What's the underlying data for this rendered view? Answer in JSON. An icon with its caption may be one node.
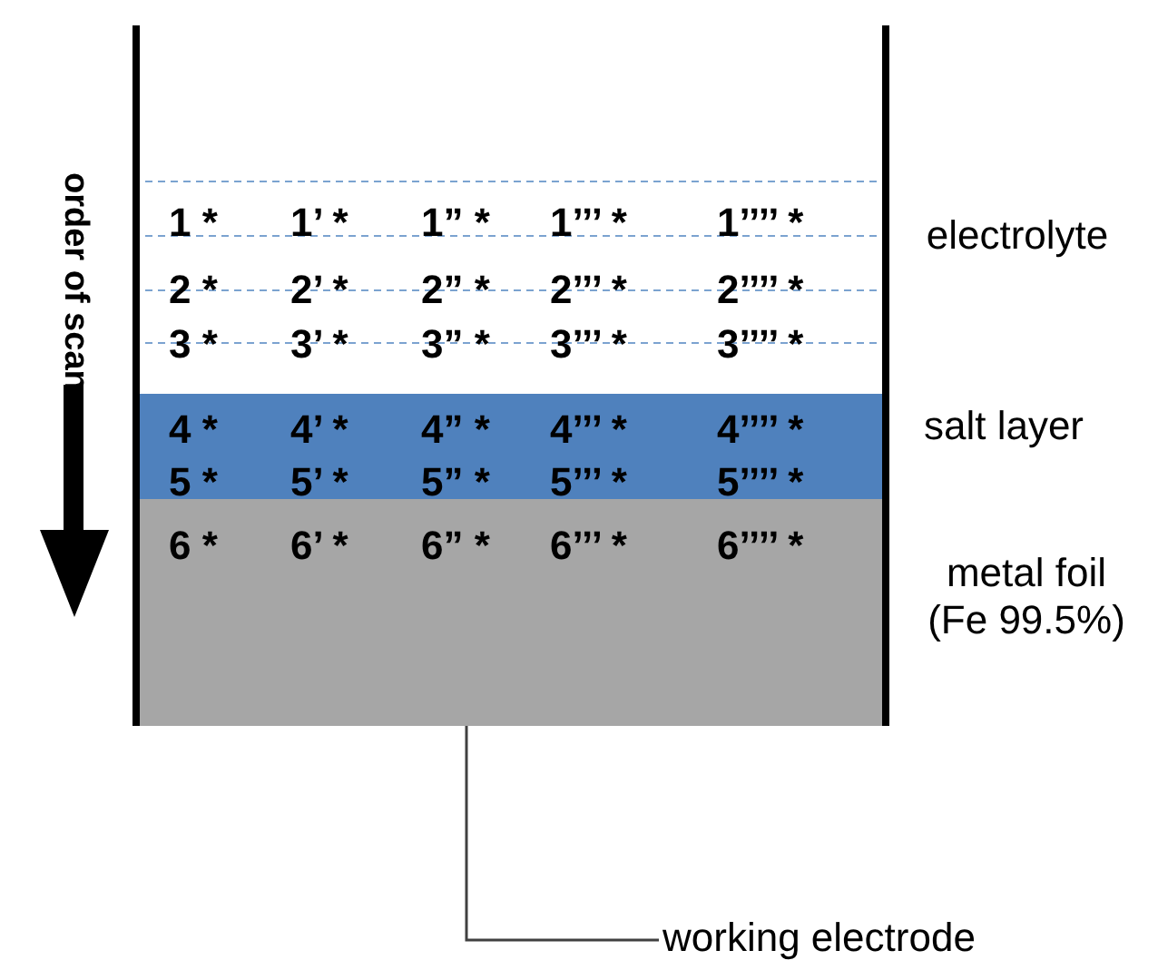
{
  "diagram": {
    "nodes": [
      {
        "text": [
          "working electrode"
        ]
      },
      {
        "text": [],
        "shape": "box"
      }
    ],
    "edges": [
      {
        "from": 0,
        "to": 1,
        "arrow": "none"
      }
    ],
    "labels": [
      "order of scan",
      "1 *",
      "1’ *",
      "1” *",
      "1’’’ *",
      "1’’’’ *",
      "2 *",
      "2’ *",
      "2” *",
      "2’’’ *",
      "2’’’’ *",
      "3 *",
      "3’ *",
      "3” *",
      "3’’’ *",
      "3’’’’ *",
      "4 *",
      "4’ *",
      "4” *",
      "4’’’ *",
      "4’’’’ *",
      "5 *",
      "5’ *",
      "5” *",
      "5’’’ *",
      "5’’’’ *",
      "6 *",
      "6’ *",
      "6” *",
      "6’’’ *",
      "6’’’’ *",
      "electrolyte",
      "salt layer",
      "metal foil (Fe 99.5%)"
    ]
  }
}
